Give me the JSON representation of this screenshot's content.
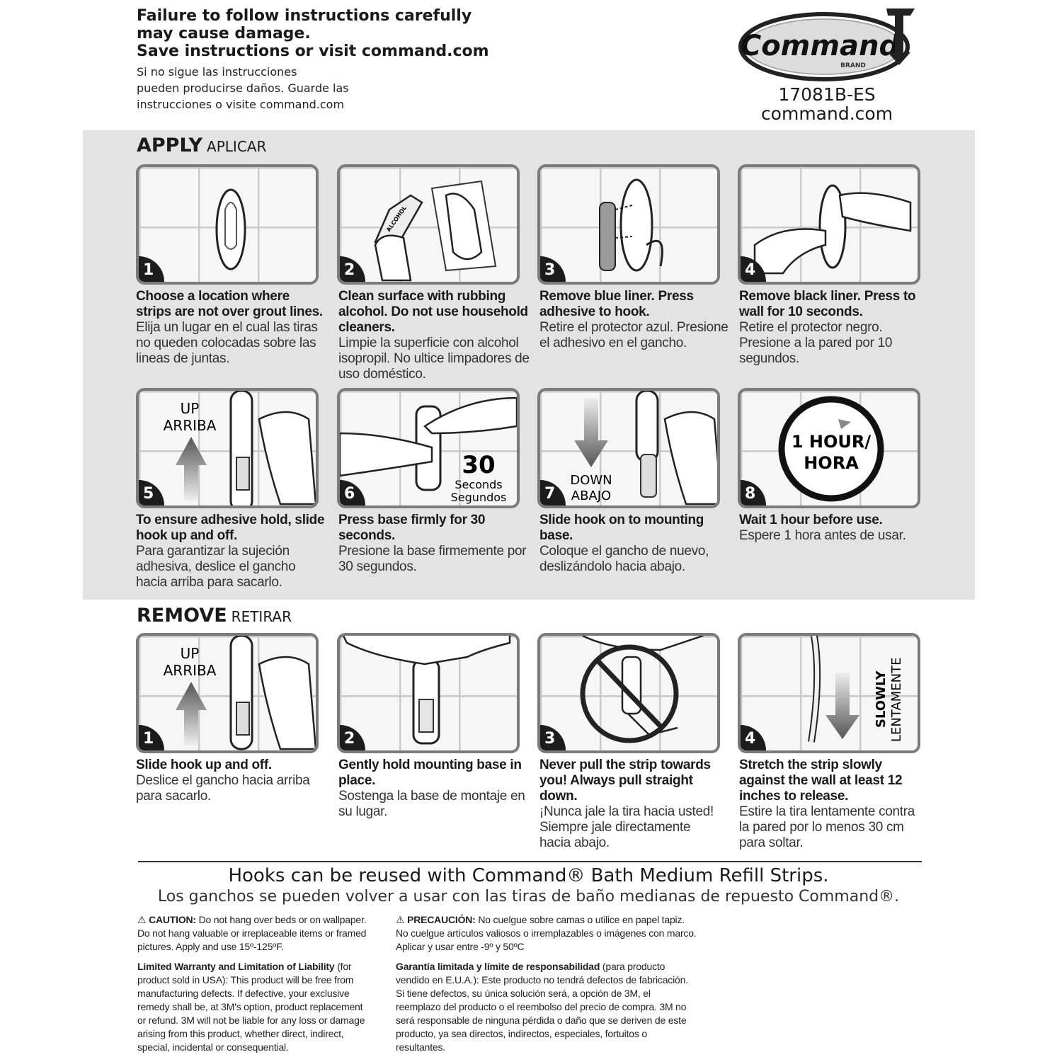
{
  "header": {
    "warning_en": [
      "Failure to follow instructions carefully",
      "may cause damage.",
      "Save instructions or visit command.com"
    ],
    "warning_es": [
      "Si no sigue las instrucciones",
      "pueden producirse daños. Guarde las",
      "instrucciones o visite command.com"
    ],
    "logo_text": "Command",
    "logo_sub": "BRAND",
    "product_code": "17081B-ES",
    "website": "command.com"
  },
  "apply": {
    "title": "APPLY",
    "subtitle": "APLICAR",
    "steps": [
      {
        "num": "1",
        "en": "Choose a location where strips are not over grout lines.",
        "es": "Elija un lugar en el cual las tiras no queden colocadas sobre las lineas de juntas."
      },
      {
        "num": "2",
        "en": "Clean surface with rubbing alcohol. Do not use household cleaners.",
        "es": "Limpie la superficie con alcohol isopropil. No ultice limpadores de uso doméstico.",
        "label": "ALCOHOL"
      },
      {
        "num": "3",
        "en": "Remove blue liner. Press adhesive to hook.",
        "es": "Retire el protector azul. Presione el adhesivo en el gancho."
      },
      {
        "num": "4",
        "en": "Remove black liner. Press to wall for 10 seconds.",
        "es": "Retire el protector negro. Presione a la pared por 10 segundos."
      },
      {
        "num": "5",
        "en": "To ensure adhesive hold, slide hook up and off.",
        "es": "Para garantizar la sujeción adhesiva, deslice el gancho hacia arriba para sacarlo.",
        "label1": "UP",
        "label2": "ARRIBA"
      },
      {
        "num": "6",
        "en": "Press base firmly for 30 seconds.",
        "es": "Presione la base firmemente por 30 segundos.",
        "label1": "30",
        "label2": "Seconds",
        "label3": "Segundos"
      },
      {
        "num": "7",
        "en": "Slide hook on to mounting base.",
        "es": "Coloque el gancho de nuevo, deslizándolo hacia abajo.",
        "label1": "DOWN",
        "label2": "ABAJO"
      },
      {
        "num": "8",
        "en": "Wait 1 hour before use.",
        "es": "Espere 1 hora antes de usar.",
        "label1": "1 HOUR/",
        "label2": "HORA"
      }
    ]
  },
  "remove": {
    "title": "REMOVE",
    "subtitle": "RETIRAR",
    "steps": [
      {
        "num": "1",
        "en": "Slide hook up and off.",
        "es": "Deslice el gancho hacia arriba para sacarlo.",
        "label1": "UP",
        "label2": "ARRIBA"
      },
      {
        "num": "2",
        "en": "Gently hold mounting base in place.",
        "es": "Sostenga la base de montaje en su lugar."
      },
      {
        "num": "3",
        "en": "Never pull the strip towards you! Always pull straight down.",
        "es": "¡Nunca jale la tira hacia usted! Siempre jale directamente hacia abajo."
      },
      {
        "num": "4",
        "en": "Stretch the strip slowly against the wall at least 12 inches to release.",
        "es": "Estire la tira lentamente contra la pared por lo menos 30 cm para soltar.",
        "label1": "SLOWLY",
        "label2": "LENTAMENTE"
      }
    ]
  },
  "reuse": {
    "en": "Hooks can be reused with Command® Bath Medium Refill Strips.",
    "es": "Los ganchos se pueden volver a usar con las tiras de baño medianas de repuesto Command®."
  },
  "fine_print": {
    "caution_label": "CAUTION:",
    "caution_text": "Do not hang over beds or on wallpaper. Do not hang valuable or irreplaceable items or framed pictures. Apply and use 15º-125ºF.",
    "warranty_label": "Limited Warranty and Limitation of Liability",
    "warranty_text": "(for product sold in USA): This product will be free from manufacturing defects. If defective, your exclusive remedy shall be, at 3M's option, product replacement or refund. 3M will not be liable for any loss or damage arising from this product, whether direct, indirect, special, incidental or consequential.",
    "precaucion_label": "PRECAUCIÓN:",
    "precaucion_text": "No cuelgue sobre camas o utilice en papel tapiz. No cuelgue artículos valiosos o irremplazables o imágenes con marco. Aplicar y usar entre -9º y 50ºC",
    "garantia_label": "Garantía limitada y límite de responsabilidad",
    "garantia_text": "(para producto vendido en E.U.A.): Este producto no tendrá defectos de fabricación. Si tiene defectos, su única solución será, a opción de 3M, el reemplazo del producto o el reembolso del precio de compra. 3M no será responsable de ninguna pérdida o daño que se deriven de este producto, ya sea directos, indirectos, especiales, fortuitos o resultantes."
  }
}
